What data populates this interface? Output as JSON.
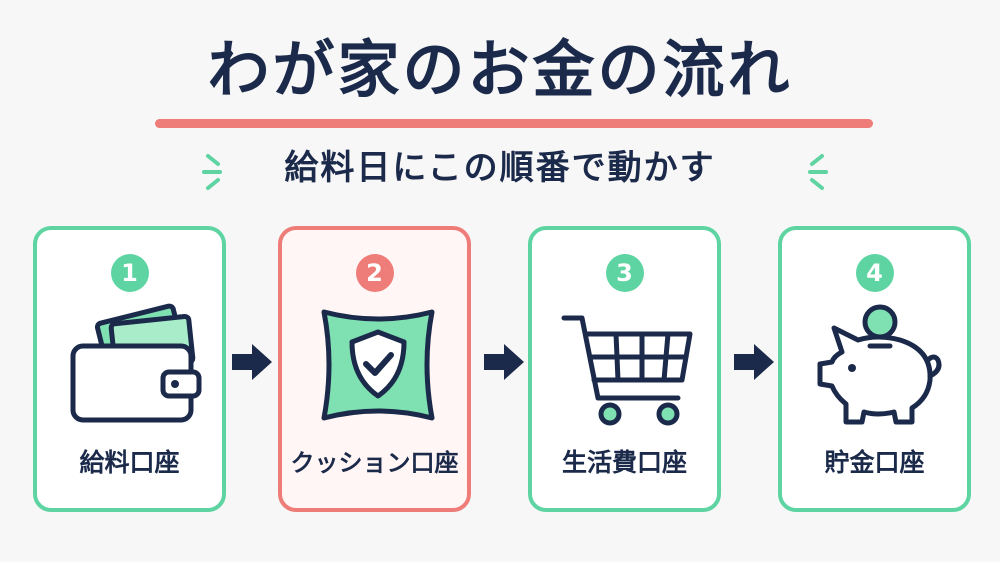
{
  "title": "わが家のお金の流れ",
  "subtitle": "給料日にこの順番で動かす",
  "colors": {
    "navy": "#1b2a4a",
    "green": "#5ed4a2",
    "pink": "#ee7d7a"
  },
  "steps": [
    {
      "number": "1",
      "label": "給料口座",
      "icon": "wallet-icon"
    },
    {
      "number": "2",
      "label": "クッション口座",
      "icon": "shield-cushion-icon"
    },
    {
      "number": "3",
      "label": "生活費口座",
      "icon": "shopping-cart-icon"
    },
    {
      "number": "4",
      "label": "貯金口座",
      "icon": "piggy-bank-icon"
    }
  ]
}
